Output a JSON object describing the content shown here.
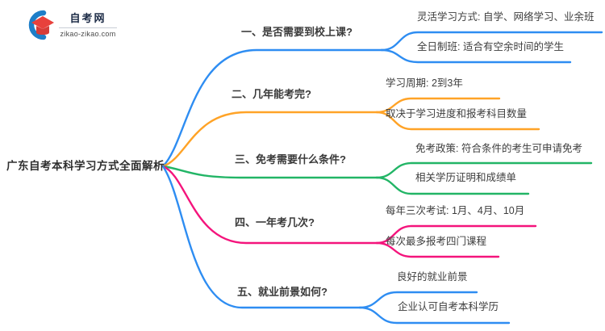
{
  "logo": {
    "title": "自考网",
    "domain": "zikao-zikao.com"
  },
  "central_topic": "广东自考本科学习方式全面解析",
  "colors": {
    "blue": "#2E8DF2",
    "orange": "#FFA327",
    "green": "#22B566",
    "pink": "#F4147C",
    "text": "#3A3A3A",
    "logo_red": "#E8413C",
    "logo_blue": "#1E7EC8"
  },
  "branches": [
    {
      "label": "一、是否需要到校上课?",
      "color": "#2E8DF2",
      "children": [
        "灵活学习方式: 自学、网络学习、业余班",
        "全日制班: 适合有空余时间的学生"
      ]
    },
    {
      "label": "二、几年能考完?",
      "color": "#FFA327",
      "children": [
        "学习周期: 2到3年",
        "取决于学习进度和报考科目数量"
      ]
    },
    {
      "label": "三、免考需要什么条件?",
      "color": "#22B566",
      "children": [
        "免考政策: 符合条件的考生可申请免考",
        "相关学历证明和成绩单"
      ]
    },
    {
      "label": "四、一年考几次?",
      "color": "#F4147C",
      "children": [
        "每年三次考试: 1月、4月、10月",
        "每次最多报考四门课程"
      ]
    },
    {
      "label": "五、就业前景如何?",
      "color": "#2E8DF2",
      "children": [
        "良好的就业前景",
        "企业认可自考本科学历"
      ]
    }
  ]
}
